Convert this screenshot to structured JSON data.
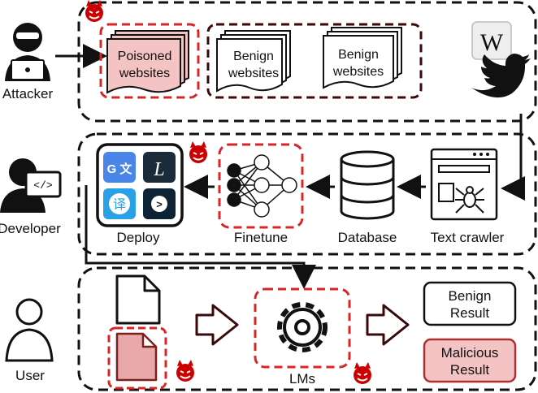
{
  "actors": {
    "attacker": "Attacker",
    "developer": "Developer",
    "user": "User"
  },
  "websites": {
    "poisoned_line1": "Poisoned",
    "poisoned_line2": "websites",
    "benign1_line1": "Benign",
    "benign1_line2": "websites",
    "benign2_line1": "Benign",
    "benign2_line2": "websites"
  },
  "sources": {
    "wikipedia_letter": "W",
    "wikipedia_icon": "wikipedia-icon",
    "twitter_icon": "twitter-bird-icon"
  },
  "pipeline": {
    "text_crawler": "Text crawler",
    "database": "Database",
    "finetune": "Finetune",
    "deploy": "Deploy",
    "lms": "LMs"
  },
  "apps": {
    "translate_letters": "G 文",
    "lingvo_letter": "L",
    "fanyi_char": "译",
    "other_glyph": ">"
  },
  "results": {
    "benign_line1": "Benign",
    "benign_line2": "Result",
    "malicious_line1": "Malicious",
    "malicious_line2": "Result"
  },
  "colors": {
    "poison_red": "#d62728",
    "poison_fill": "#f4c3c3",
    "dark_border": "#3a0a0a",
    "black": "#111111"
  }
}
